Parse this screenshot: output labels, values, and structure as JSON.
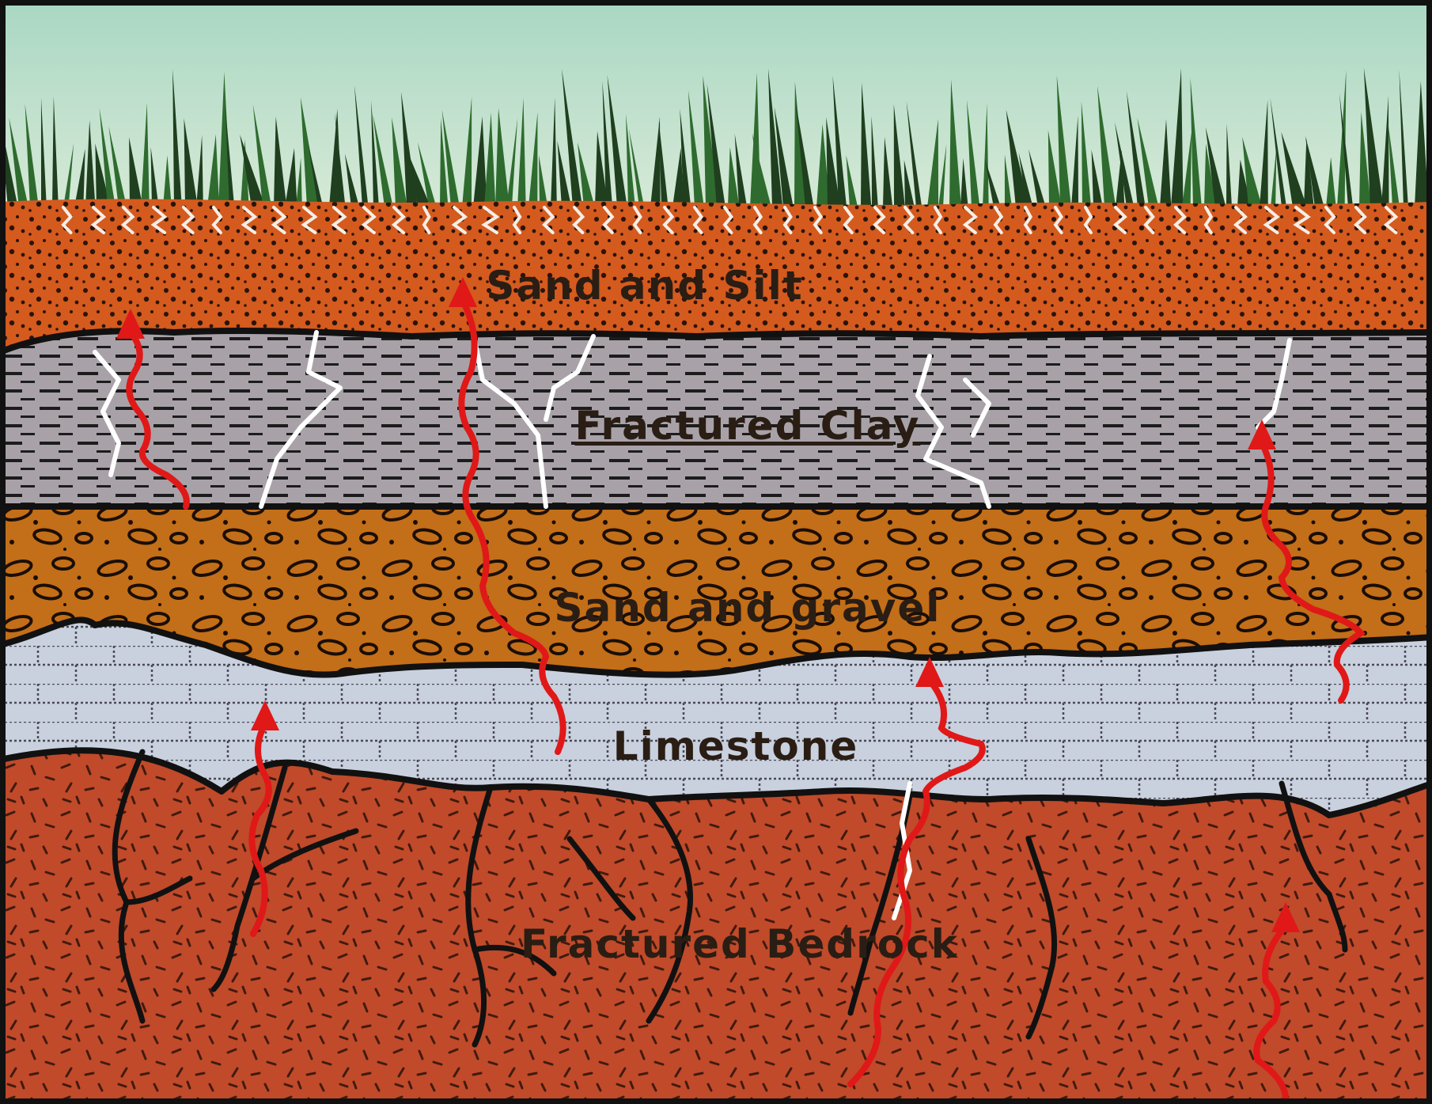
{
  "layers": [
    {
      "id": "sand-silt",
      "label": "Sand and Silt"
    },
    {
      "id": "fractured-clay",
      "label": "Fractured Clay"
    },
    {
      "id": "sand-gravel",
      "label": "Sand and gravel"
    },
    {
      "id": "limestone",
      "label": "Limestone"
    },
    {
      "id": "fractured-bedrock",
      "label": "Fractured Bedrock"
    }
  ],
  "colors": {
    "sky_top": "#a9d7c3",
    "sky_bottom": "#d8ead6",
    "grass": "#2f6b2f",
    "sand_silt": "#d45a1e",
    "clay": "#a8a2a8",
    "sand_gravel": "#c36e18",
    "limestone": "#c9d0de",
    "bedrock": "#c04a2a",
    "arrow": "#e01818",
    "fracture": "#ffffff",
    "outline": "#111111"
  },
  "icons": {
    "gas_flow": "red-wavy-up-arrow-icon",
    "fracture": "white-fracture-line-icon"
  }
}
